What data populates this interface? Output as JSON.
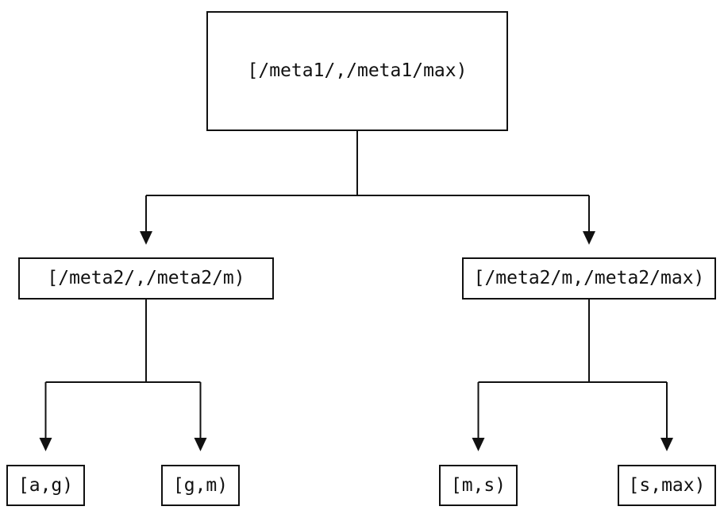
{
  "diagram": {
    "kind": "tree",
    "colors": {
      "line": "#111111",
      "text": "#111111",
      "background": "#ffffff"
    },
    "nodes": {
      "root": {
        "label": "[/meta1/,/meta1/max)"
      },
      "meta2_low": {
        "label": "[/meta2/,/meta2/m)"
      },
      "meta2_high": {
        "label": "[/meta2/m,/meta2/max)"
      },
      "leaf_a_g": {
        "label": "[a,g)"
      },
      "leaf_g_m": {
        "label": "[g,m)"
      },
      "leaf_m_s": {
        "label": "[m,s)"
      },
      "leaf_s_max": {
        "label": "[s,max)"
      }
    },
    "edges": [
      {
        "from": "root",
        "to": "meta2_low"
      },
      {
        "from": "root",
        "to": "meta2_high"
      },
      {
        "from": "meta2_low",
        "to": "leaf_a_g"
      },
      {
        "from": "meta2_low",
        "to": "leaf_g_m"
      },
      {
        "from": "meta2_high",
        "to": "leaf_m_s"
      },
      {
        "from": "meta2_high",
        "to": "leaf_s_max"
      }
    ]
  }
}
